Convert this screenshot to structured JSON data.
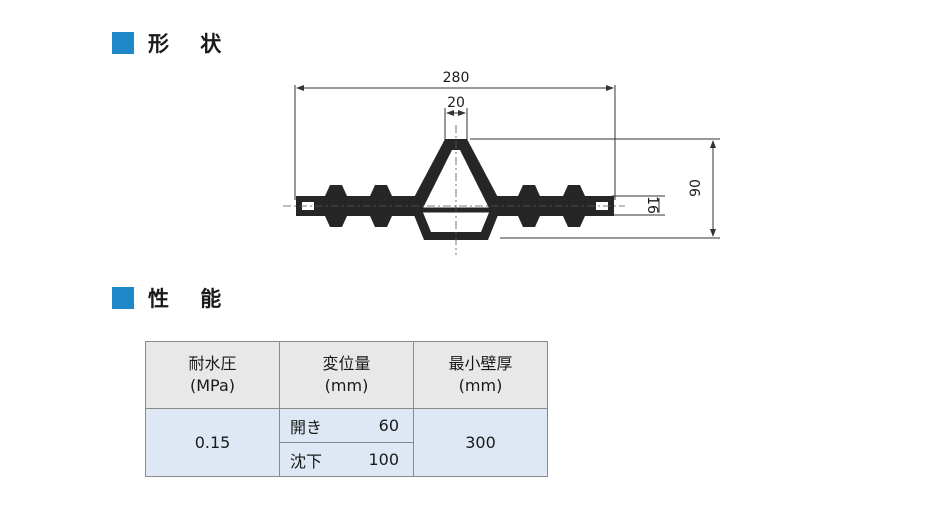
{
  "headings": {
    "shape": "形 状",
    "performance": "性 能"
  },
  "dimensions": {
    "overall_width": "280",
    "top_width": "20",
    "height": "90",
    "flange_thickness": "16"
  },
  "colors": {
    "accent": "#1f88c8",
    "header_bg": "#e8e8e8",
    "body_bg": "#dde8f4"
  },
  "table": {
    "headers": [
      {
        "line1": "耐水圧",
        "line2": "(MPa)"
      },
      {
        "line1": "変位量",
        "line2": "(mm)"
      },
      {
        "line1": "最小壁厚",
        "line2": "(mm)"
      }
    ],
    "water_pressure": "0.15",
    "displacement": [
      {
        "label": "開き",
        "value": "60"
      },
      {
        "label": "沈下",
        "value": "100"
      }
    ],
    "min_wall_thickness": "300"
  }
}
